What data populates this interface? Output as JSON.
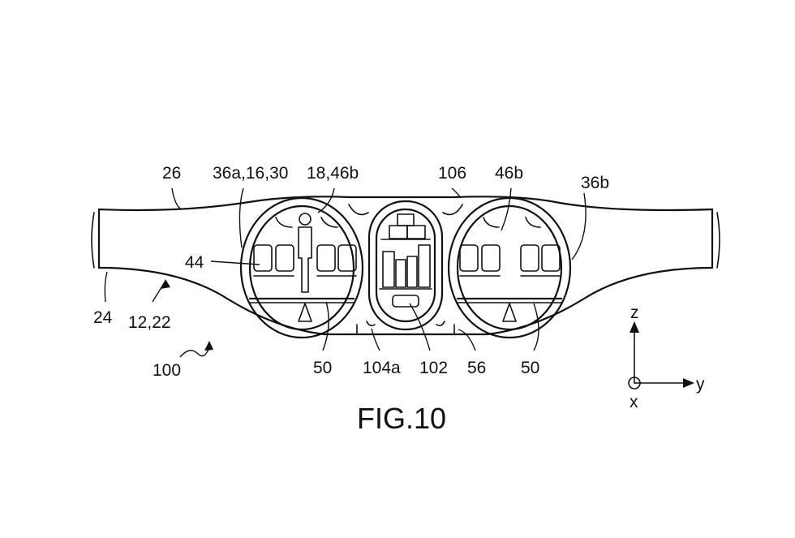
{
  "figure": {
    "caption": "FIG.10",
    "labels": {
      "l26": "26",
      "l36a": "36a,16,30",
      "l18": "18,46b",
      "l106": "106",
      "l46b": "46b",
      "l36b": "36b",
      "l44": "44",
      "l24": "24",
      "l1222": "12,22",
      "l100": "100",
      "l50a": "50",
      "l104a": "104a",
      "l102": "102",
      "l56": "56",
      "l50b": "50"
    },
    "axes": {
      "z": "z",
      "y": "y",
      "x": "x"
    }
  }
}
